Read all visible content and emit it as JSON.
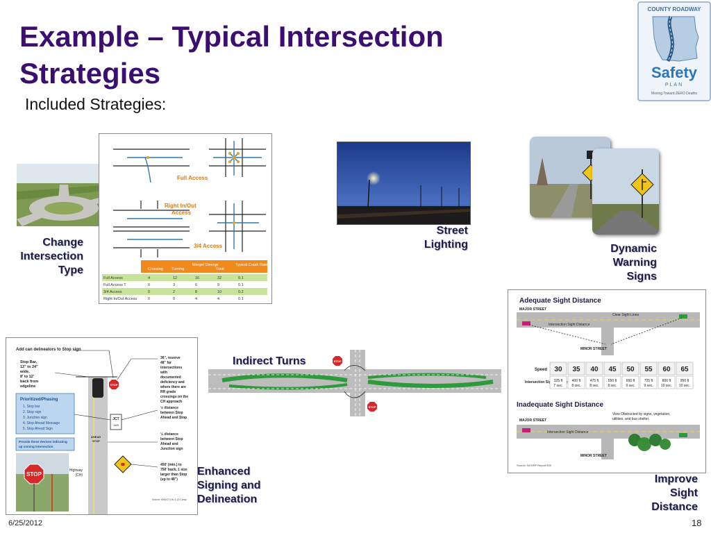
{
  "slide": {
    "title_line1": "Example – Typical Intersection",
    "title_line2": "Strategies",
    "subtitle": "Included Strategies:",
    "date": "6/25/2012",
    "page_number": "18"
  },
  "logo": {
    "top": "COUNTY ROADWAY",
    "word": "Safety",
    "plan": "PLAN",
    "tagline": "Moving Toward ZERO Deaths"
  },
  "labels": {
    "change_line1": "Change",
    "change_line2": "Intersection",
    "change_line3": "Type",
    "street_line1": "Street",
    "street_line2": "Lighting",
    "dynamic_line1": "Dynamic",
    "dynamic_line2": "Warning",
    "dynamic_line3": "Signs",
    "indirect": "Indirect Turns",
    "enhanced_line1": "Enhanced",
    "enhanced_line2": "Signing and",
    "enhanced_line3": "Delineation",
    "improve_line1": "Improve",
    "improve_line2": "Sight",
    "improve_line3": "Distance"
  },
  "access_diagram": {
    "full_access": "Full Access",
    "right_in_out_line1": "Right In/Out",
    "right_in_out_line2": "Access",
    "three_quarter": "3/4 Access",
    "header_crossing": "Crossing",
    "header_turning": "Turning",
    "header_merge": "Merge/ Diverge",
    "header_total": "Total",
    "header_crash": "Typical Crash Rate",
    "rows": [
      {
        "name": "Full Access",
        "crossing": "4",
        "turning": "12",
        "merge": "16",
        "total": "32",
        "rate": "0.1"
      },
      {
        "name": "Full Access T",
        "crossing": "0",
        "turning": "3",
        "merge": "6",
        "total": "9",
        "rate": "0.1"
      },
      {
        "name": "3/4 Access",
        "crossing": "0",
        "turning": "2",
        "merge": "8",
        "total": "10",
        "rate": "0.2"
      },
      {
        "name": "Right In/Out Access",
        "crossing": "0",
        "turning": "0",
        "merge": "4",
        "total": "4",
        "rate": "0.1"
      }
    ]
  },
  "signing_diagram": {
    "note_top": "Add can delineators to Stop sign",
    "note_stopbar_1": "Stop Bar,",
    "note_stopbar_2": "12\" to 24\"",
    "note_stopbar_3": "wide,",
    "note_stopbar_4": "8' to 12'",
    "note_stopbar_5": "back from",
    "note_stopbar_6": "edgeline",
    "box_title": "Prioritized/Phasing",
    "box_items": [
      "1. Stop bar",
      "2. Stop sign",
      "3. Junction sign",
      "4. Stop Ahead Message",
      "5. Stop Ahead Sign"
    ],
    "note_devices_1": "Provide these devices indicating",
    "note_devices_2": "up coming intersection",
    "note_right_1": "36\", reserve",
    "note_right_2": "48\" for",
    "note_right_3": "intersections",
    "note_right_4": "with",
    "note_right_5": "documented",
    "note_right_6": "deficiency and",
    "note_right_7": "where there are",
    "note_right_8": "RR grade",
    "note_right_9": "crossings on the",
    "note_right_10": "CH approach",
    "note_right_11": "½ distance",
    "note_right_12": "between Stop",
    "note_right_13": "Ahead and Stop",
    "note_half_1": "½ distance",
    "note_half_2": "between Stop",
    "note_half_3": "Ahead and",
    "note_half_4": "Junction sign",
    "note_450_1": "450' (min.) to",
    "note_450_2": "750' back, 1 size",
    "note_450_3": "larger than Stop",
    "note_450_4": "(up to 48\")",
    "county_hwy_1": "County Highway",
    "county_hwy_2": "(CH)",
    "jct": "JCT",
    "shield": "16/9",
    "stop": "STOP",
    "ahead": "AHEAD",
    "source": "Source: MnDOT Div 3-13 Comp"
  },
  "sight_diagram": {
    "adequate_title": "Adequate Sight Distance",
    "major_street": "MAJOR STREET",
    "clear_sight": "Clear Sight Lines",
    "intersection_sight": "Intersection Sight Distance",
    "minor_street": "MINOR STREET",
    "speed_label": "Speed",
    "isd_label": "Intersection Sight Distance",
    "speeds": [
      "30",
      "35",
      "40",
      "45",
      "50",
      "55",
      "60",
      "65"
    ],
    "distances": [
      "325 ft",
      "400 ft",
      "475 ft",
      "550 ft",
      "650 ft",
      "725 ft",
      "800 ft",
      "950 ft"
    ],
    "times": [
      "7 sec.",
      "8 sec.",
      "8 sec.",
      "8 sec.",
      "9 sec.",
      "9 sec.",
      "10 sec.",
      "10 sec."
    ],
    "inadequate_title": "Inadequate Sight Distance",
    "obstructed_1": "View Obstructed by signs, vegetation,",
    "obstructed_2": "utilities, and bus shelter.",
    "source": "Source: NCHRP Report 500"
  },
  "signs": {
    "stop": "STOP"
  },
  "colors": {
    "title": "#3a0f70",
    "label": "#1c1c48",
    "green_road": "#2f9a3c",
    "orange_table": "#f08a1c",
    "table_green": "#c9e39a"
  }
}
